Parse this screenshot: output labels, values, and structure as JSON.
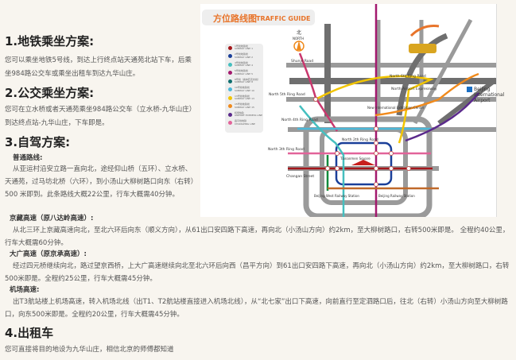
{
  "sections": [
    {
      "title": "1.地铁乘坐方案:",
      "text": "您可以乘坐地铁5号线，到达上行终点站天通苑北站下车，后乘坐984路公交车或乘坐出租车到达九华山庄。"
    },
    {
      "title": "2.公交乘坐方案:",
      "text": "您可在立水桥或者天通苑乘坐984路公交车（立水桥-九华山庄）到达终点站-九华山庄，下车即是。"
    },
    {
      "title": "3.自驾方案:",
      "routes": [
        {
          "name": "普通路线:",
          "text": "从亚运村沿安立路一直向北，途经仰山桥（五环）、立水桥、天通苑，过马坊北桥（六环），到小汤山大柳树路口向东（右转）500 米即到。此条路线大概22公里，行车大概需40分钟。"
        },
        {
          "name": "京藏高速（原八达岭高速）:",
          "text": "从北三环上京藏高速向北，至北六环后向东（顺义方向），从61出口安四路下高速，再向北（小汤山方向）约2km，至大柳树路口，右转500米即是。 全程约40公里，行车大概需60分钟。"
        },
        {
          "name": "大广高速（原京承高速）:",
          "text": "经过四元桥继续向北，路过望京西桥，上大广高速继续向北至北六环后向西（昌平方向）到61出口安四路下高速，再向北（小汤山方向）约2km，至大柳树路口，右转500米即是。全程约25公里，行车大概需45分钟。"
        },
        {
          "name": "机场高速:",
          "text": "出T3航站楼上机场高速，转入机场北线（出T1、T2航站楼直接进入机场北线），从“北七家”出口下高速，向前直行至定泗路口后，往北（右转）小汤山方向至大柳树路口，向东500米即是。全程约20公里，行车大概需45分钟。"
        }
      ]
    },
    {
      "title": "4.出租车",
      "text": "您可直接将目的地设为九华山庄，相信北京的师傅都知道"
    }
  ],
  "map": {
    "title_cn": "方位路线图",
    "title_en": "TRAFFIC GUIDE",
    "north_cn": "北",
    "north_en": "NORTH",
    "labels": {
      "shunyi_road": "Shunyi Road",
      "north_5th": "North 5th Ring Road",
      "north_4th": "North 4th Ring Road",
      "north_3th": "North 3th Ring Road",
      "north_2th": "North 2th Ring Road",
      "changan": "Changan Street",
      "tiananmen": "Tiananmen Square",
      "west_station": "Beijing West Railway Station",
      "railway_station": "Beijing Railway Station",
      "north_6th": "North 6th Ring Road",
      "airport_expwy_north": "North Airport Expressway",
      "exhibition": "New International Exhibition Center",
      "airport": "Beijing International Airport"
    },
    "legend": [
      {
        "cn": "1号线地铁线",
        "en": "SUBWAY LINE 1",
        "color": "#a4161a"
      },
      {
        "cn": "2号线地铁线",
        "en": "SUBWAY LINE 2",
        "color": "#1a3f99"
      },
      {
        "cn": "4号线地铁线",
        "en": "SUBWAY LINE 4",
        "color": "#45bfbf"
      },
      {
        "cn": "5号线地铁线",
        "en": "SUBWAY LINE 5",
        "color": "#a3196e"
      },
      {
        "cn": "8号线（奥林匹克支线）",
        "en": "SUBWAY LINE 8",
        "color": "#0f6e6e"
      },
      {
        "cn": "10号线地铁线",
        "en": "SUBWAY LINE 10",
        "color": "#4cb8d8"
      },
      {
        "cn": "13号线地铁线",
        "en": "SUBWAY LINE 13",
        "color": "#f2c500"
      },
      {
        "cn": "15号线地铁线",
        "en": "SUBWAY LINE 15",
        "color": "#f08a1c"
      },
      {
        "cn": "机场快轨",
        "en": "AIRPORT EXPRESS LINE",
        "color": "#5b2a8c"
      },
      {
        "cn": "昌平线地铁",
        "en": "CHANGPING LINE",
        "color": "#e2649a"
      }
    ]
  }
}
